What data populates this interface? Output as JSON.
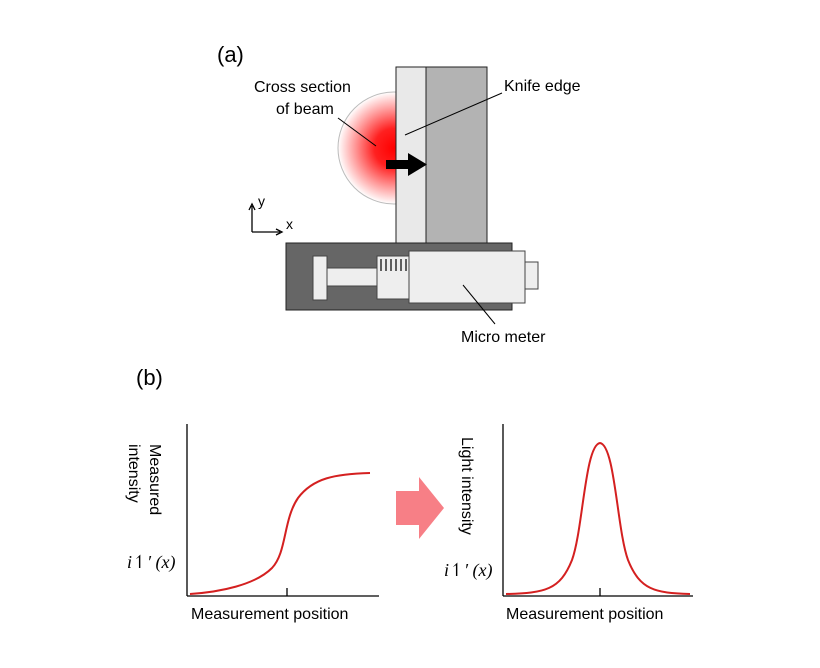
{
  "panel_a": {
    "label": "(a)",
    "beam_label_line1": "Cross section",
    "beam_label_line2": "of beam",
    "knife_label": "Knife edge",
    "axis_y": "y",
    "axis_x": "x",
    "micrometer_label": "Micro meter"
  },
  "panel_b": {
    "label": "(b)",
    "left_plot": {
      "ylabel_line1": "Measured",
      "ylabel_line2": "intensity",
      "func_label": "i↿′ (x)",
      "xlabel": "Measurement position"
    },
    "right_plot": {
      "ylabel": "Light intensity",
      "func_label": "i↿′ (x)",
      "xlabel": "Measurement position"
    }
  },
  "colors": {
    "curve": "#d42020",
    "arrow": "#f77f86",
    "knife_dark": "#b3b3b3",
    "knife_light": "#e9e9e9",
    "micrometer_body": "#666666",
    "beam_center": "#ff0000"
  }
}
